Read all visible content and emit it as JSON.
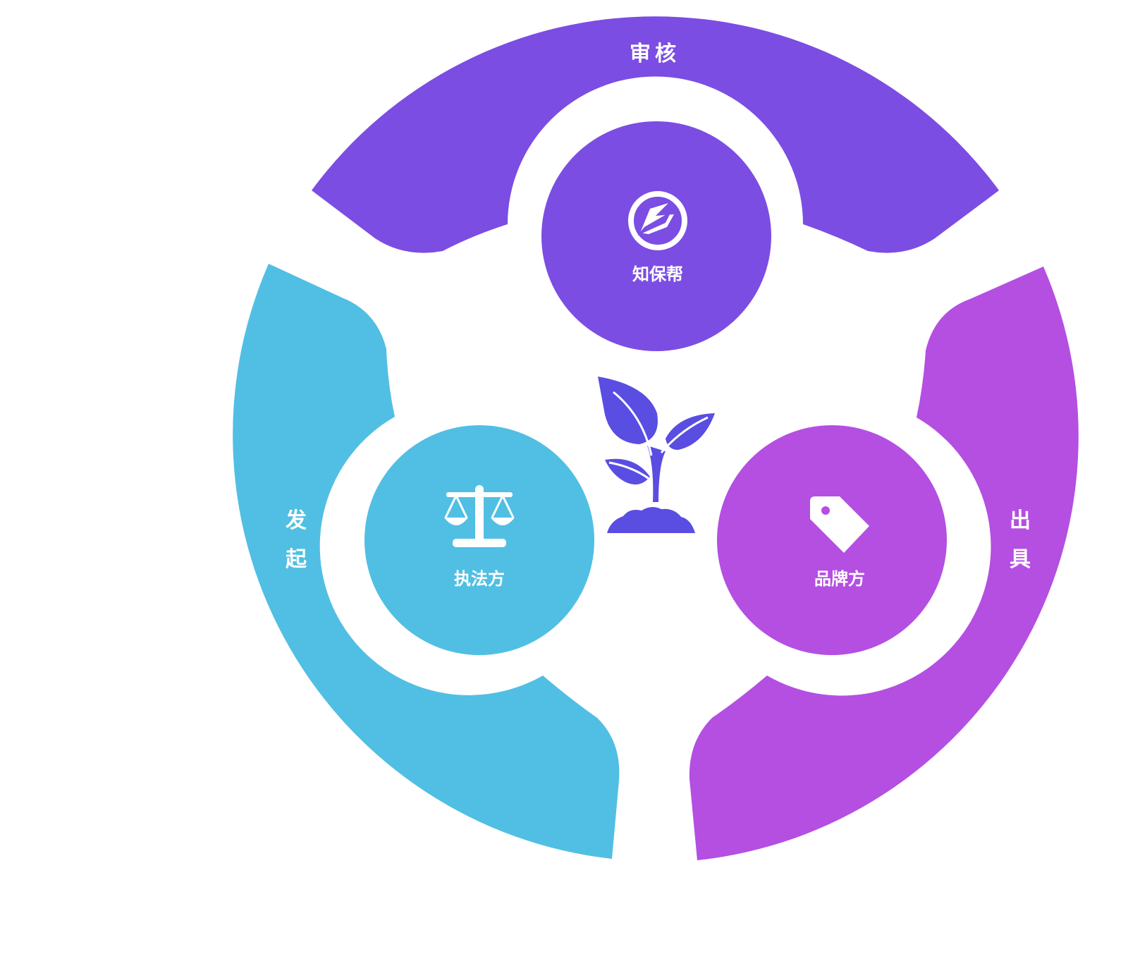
{
  "diagram": {
    "center_icon": "sprout-icon",
    "colors": {
      "top": "#7b4de3",
      "left": "#51bfe3",
      "right": "#b44fe2",
      "center_icon": "#5a4de2",
      "text": "#ffffff"
    },
    "stages": {
      "top": "审核",
      "left_1": "发",
      "left_2": "起",
      "right_1": "出",
      "right_2": "具"
    },
    "nodes": {
      "top": {
        "label": "知保帮",
        "icon": "zhibaobang-logo-icon"
      },
      "left": {
        "label": "执法方",
        "icon": "balance-scale-icon"
      },
      "right": {
        "label": "品牌方",
        "icon": "price-tag-icon"
      }
    }
  }
}
